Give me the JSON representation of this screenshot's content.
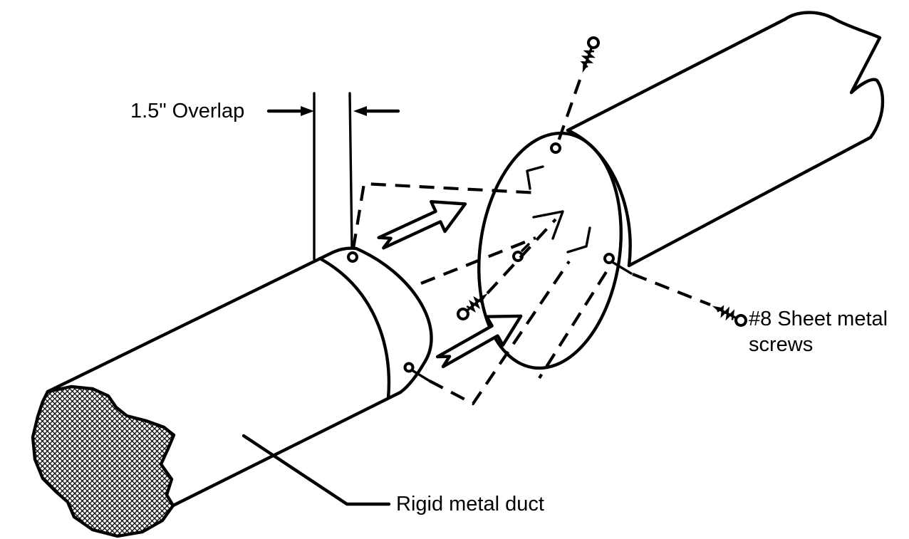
{
  "figure": {
    "ink": "#000000",
    "paper": "#ffffff",
    "labels": {
      "overlap": "1.5\" Overlap",
      "screws_line1": "#8 Sheet metal",
      "screws_line2": "screws",
      "duct": "Rigid metal duct"
    }
  }
}
